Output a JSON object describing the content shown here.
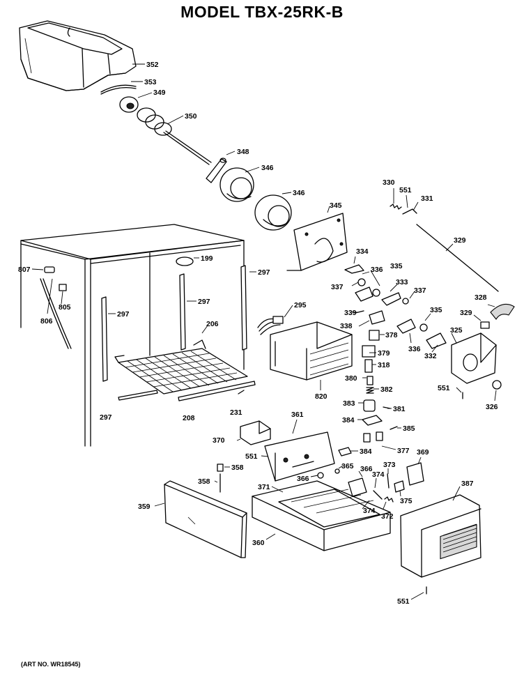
{
  "title": "MODEL TBX-25RK-B",
  "art_number": "(ART NO. WR18545)",
  "callouts": {
    "c352": "352",
    "c353": "353",
    "c349": "349",
    "c350": "350",
    "c348": "348",
    "c346a": "346",
    "c346b": "346",
    "c345": "345",
    "c330": "330",
    "c551a": "551",
    "c331": "331",
    "c329a": "329",
    "c807": "807",
    "c199": "199",
    "c297a": "297",
    "c297b": "297",
    "c297c": "297",
    "c297d": "297",
    "c805": "805",
    "c806": "806",
    "c206": "206",
    "c208": "208",
    "c231": "231",
    "c295": "295",
    "c334": "334",
    "c336a": "336",
    "c335a": "335",
    "c337a": "337",
    "c333": "333",
    "c337b": "337",
    "c339": "339",
    "c338": "338",
    "c378": "378",
    "c335b": "335",
    "c336b": "336",
    "c332": "332",
    "c328": "328",
    "c329b": "329",
    "c325": "325",
    "c379": "379",
    "c820": "820",
    "c318": "318",
    "c380": "380",
    "c382": "382",
    "c551b": "551",
    "c326": "326",
    "c383": "383",
    "c381": "381",
    "c384a": "384",
    "c385": "385",
    "c361": "361",
    "c370": "370",
    "c377": "377",
    "c551c": "551",
    "c384b": "384",
    "c369": "369",
    "c358a": "358",
    "c365": "365",
    "c366a": "366",
    "c373": "373",
    "c358b": "358",
    "c366b": "366",
    "c374a": "374",
    "c387": "387",
    "c371": "371",
    "c375": "375",
    "c359": "359",
    "c374b": "374",
    "c372": "372",
    "c360": "360",
    "c551d": "551"
  }
}
